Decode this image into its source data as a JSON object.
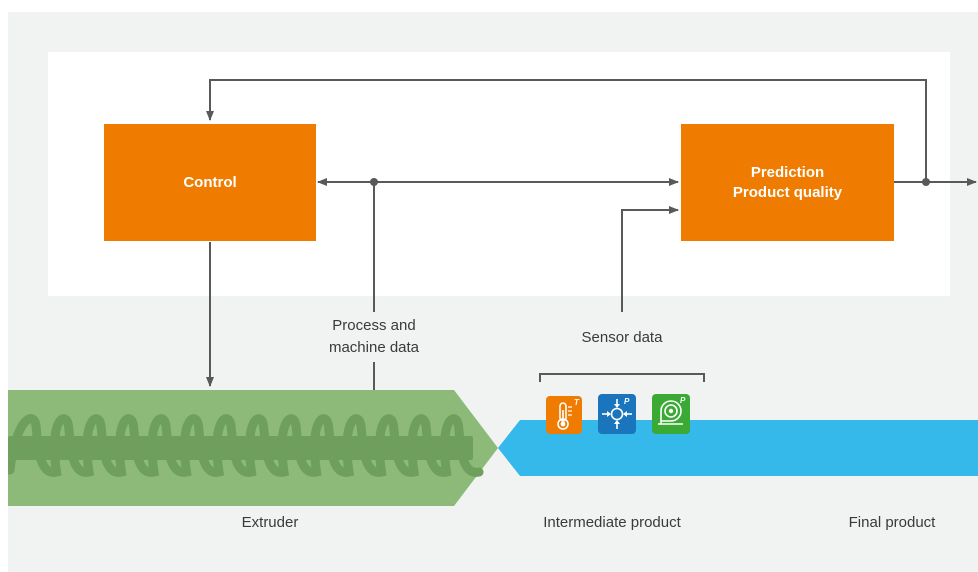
{
  "colors": {
    "panel_bg": "#f1f2f2",
    "box_orange": "#ef7c00",
    "line_gray": "#595959",
    "extruder_green": "#8dba79",
    "extruder_screw": "#6f9f5c",
    "product_blue": "#35b8ea",
    "sensor_temperature": "#ef7c00",
    "sensor_pressure": "#1b75bc",
    "sensor_flow": "#3aaa35"
  },
  "boxes": {
    "control": {
      "label": "Control"
    },
    "prediction": {
      "line1": "Prediction",
      "line2": "Product quality"
    }
  },
  "labels": {
    "process_line1": "Process and",
    "process_line2": "machine data",
    "sensor_data": "Sensor data",
    "extruder": "Extruder",
    "intermediate_product": "Intermediate product",
    "final_product": "Final product"
  },
  "sensors": [
    {
      "icon": "thermometer-icon",
      "letter": "T"
    },
    {
      "icon": "pressure-gauge-icon",
      "letter": "P"
    },
    {
      "icon": "flow-meter-icon",
      "letter": "P"
    }
  ]
}
